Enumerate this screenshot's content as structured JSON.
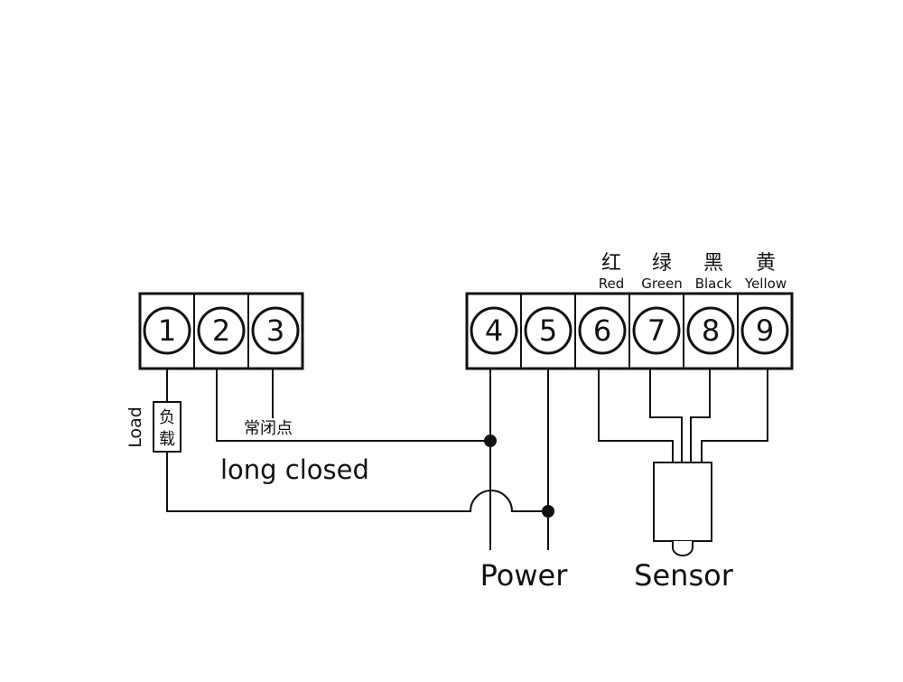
{
  "terminals_left": [
    "1",
    "2",
    "3"
  ],
  "terminals_right": [
    "4",
    "5",
    "6",
    "7",
    "8",
    "9"
  ],
  "wire_colors": [
    {
      "cn": "红",
      "en": "Red"
    },
    {
      "cn": "绿",
      "en": "Green"
    },
    {
      "cn": "黑",
      "en": "Black"
    },
    {
      "cn": "黄",
      "en": "Yellow"
    }
  ],
  "load": {
    "en": "Load",
    "cn_top": "负",
    "cn_bottom": "载"
  },
  "contact": {
    "cn": "常闭点",
    "en": "long closed"
  },
  "power_label": "Power",
  "sensor_label": "Sensor"
}
